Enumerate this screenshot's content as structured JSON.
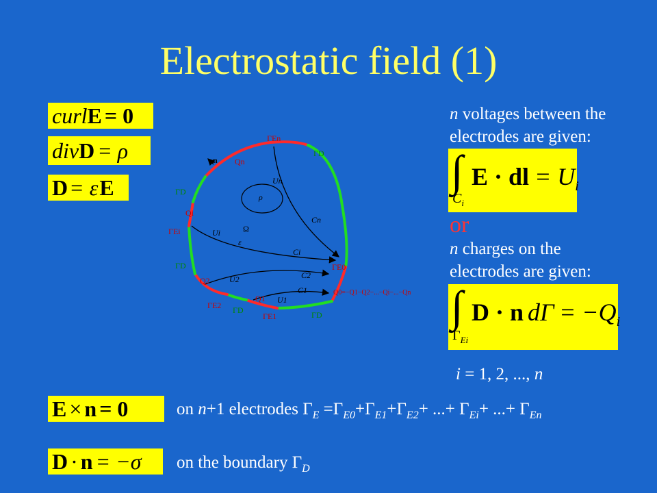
{
  "title": "Electrostatic field (1)",
  "equations": {
    "curl": {
      "op": "curl",
      "vec": "E",
      "rhs": "= 0"
    },
    "div": {
      "op": "div",
      "vec": "D",
      "rhs": "= ρ"
    },
    "constitutive": {
      "lhs": "D",
      "mid": "= ε",
      "rhs": "E"
    },
    "line_integral": {
      "integral": "∫",
      "body": "E · dl",
      "rhs": "= U",
      "rhs_sub": "i",
      "lower": "C",
      "lower_sub": "i"
    },
    "surface_integral": {
      "integral": "∫",
      "body": "D · n",
      "mid": "dΓ",
      "rhs": "= −Q",
      "rhs_sub": "i",
      "lower": "Γ",
      "lower_sub": "Ei"
    },
    "cross": {
      "lhs": "E",
      "mid": "× ",
      "vec": "n",
      "rhs": "= 0"
    },
    "dot": {
      "lhs": "D",
      "mid": "· ",
      "vec": "n",
      "rhs": "= −σ"
    }
  },
  "text": {
    "voltages_n": "n",
    "voltages_line1": " voltages between the",
    "voltages_line2": "electrodes are given:",
    "or": "or",
    "charges_n": "n",
    "charges_line1": " charges on the",
    "charges_line2": "electrodes are given:",
    "index_i": "i",
    "index_list": " = 1, 2, ..., ",
    "index_n": "n"
  },
  "bottom": {
    "electrodes_prefix": "on ",
    "electrodes_n": "n",
    "electrodes_mid": "+1 electrodes ",
    "gamma": "Γ",
    "sub_E": "E",
    "sub_E0": "E0",
    "sub_E1": "E1",
    "sub_E2": "E2",
    "sub_Ei": "Ei",
    "sub_En": "En",
    "eq": " =",
    "plus": "+",
    "dots": "+ ...+ ",
    "boundary_prefix": "on the boundary ",
    "sub_D": "D"
  },
  "diagram": {
    "labels": {
      "gamma_En": "ΓEn",
      "gamma_D": "ΓD",
      "gamma_Ei": "ΓEi",
      "gamma_E1": "ΓE1",
      "gamma_E0": "ΓE0",
      "gamma_E2": "ΓE2",
      "n_vec": "n",
      "rho": "ρ",
      "omega": "Ω",
      "epsilon": "ε",
      "U_n": "Un",
      "U_i": "Ui",
      "U_2": "U2",
      "U_1": "U1",
      "C_n": "Cn",
      "C_i": "Ci",
      "C_2": "C2",
      "C_1": "C1",
      "Q_n": "Qn",
      "Q_i": "Qi",
      "Q_2": "Q2",
      "Q_1": "Q1",
      "Q_0_expr": "Q0=−Q1−Q2−...−Qi−...−Qn"
    },
    "colors": {
      "electrode": "#ff2a2a",
      "dirichlet": "#22dd22",
      "curve": "#000000"
    }
  }
}
